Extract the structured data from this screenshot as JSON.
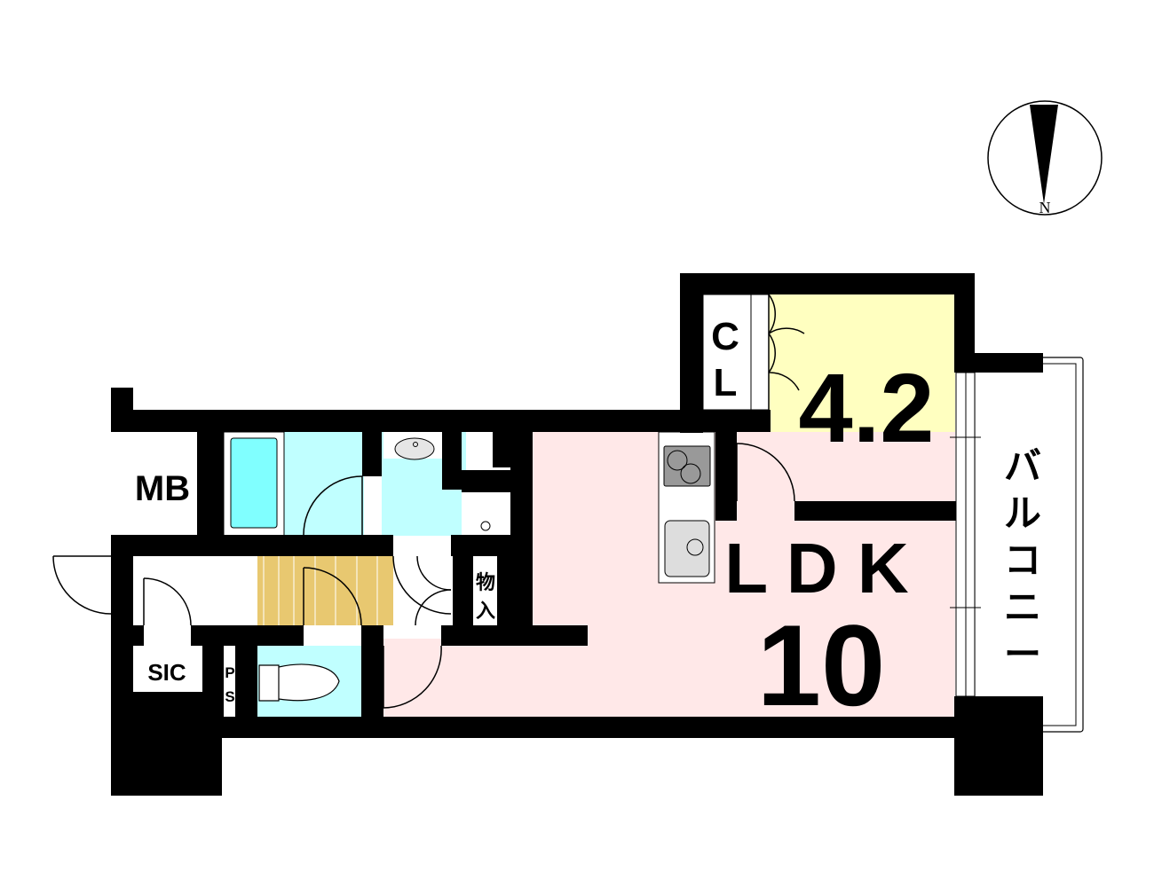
{
  "compass": {
    "label": "N"
  },
  "rooms": {
    "mb": "MB",
    "sic": "SIC",
    "ps_1": "P",
    "ps_2": "S",
    "storage_1": "物",
    "storage_2": "入",
    "closet_1": "C",
    "closet_2": "L",
    "bedroom_size": "4.2",
    "ldk_label": "L D K",
    "ldk_size": "10",
    "balcony": [
      "バ",
      "ル",
      "コ",
      "ニ",
      "ー"
    ]
  },
  "colors": {
    "bedroom": "#ffffc0",
    "ldk": "#ffe8e8",
    "wet": "#c0ffff",
    "tub": "#80ffff",
    "hall_floor": "#e8c870",
    "wall": "#000000"
  }
}
